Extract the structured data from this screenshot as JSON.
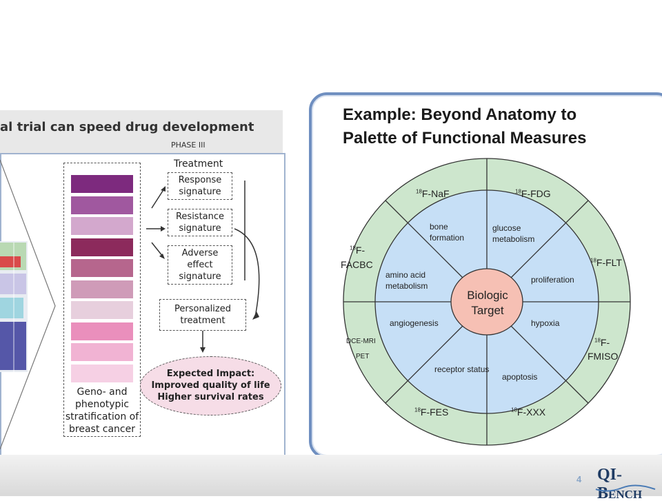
{
  "slide": {
    "page_number": "4"
  },
  "logo": {
    "text_big": "QI-B",
    "text_small": "ENCH"
  },
  "left_figure": {
    "title": "al trial can speed drug development",
    "phase": "PHASE III",
    "treatment_heading": "Treatment",
    "signatures": [
      "Response signature",
      "Resistance signature",
      "Adverse effect signature"
    ],
    "personalized": "Personalized treatment",
    "impact": [
      "Expected Impact:",
      "Improved quality of life",
      "Higher survival rates"
    ],
    "stratification": [
      "Geno- and",
      "phenotypic",
      "stratification of",
      "breast cancer"
    ],
    "swatch_colors": [
      "#7d2a7e",
      "#a0589f",
      "#d3a8cd",
      "#8c2a5c",
      "#b6668d",
      "#cf9bb8",
      "#e7cfdd",
      "#ea8fbc",
      "#f1b3d3",
      "#f6d0e4"
    ]
  },
  "right_panel": {
    "title_line1": "Example: Beyond Anatomy to",
    "title_line2": "Palette of Functional Measures",
    "center": [
      "Biologic",
      "Target"
    ],
    "outer": {
      "naf": "F-NaF",
      "fdg": "F-FDG",
      "flt": "F-FLT",
      "fmiso_a": "F-",
      "fmiso_b": "FMISO",
      "xxx": "F-XXX",
      "fes": "F-FES",
      "facbc_a": "F-",
      "facbc_b": "FACBC",
      "dce": "DCE-MRI",
      "pet": "PET",
      "iso": "18"
    },
    "inner": {
      "bone": [
        "bone",
        "formation"
      ],
      "glucose": [
        "glucose",
        "metabolism"
      ],
      "prolif": "proliferation",
      "hypoxia": "hypoxia",
      "apoptosis": "apoptosis",
      "receptor": "receptor status",
      "angio": "angiogenesis",
      "amino": [
        "amino acid",
        "metabolism"
      ]
    },
    "colors": {
      "outer": "#cde6cd",
      "inner": "#c6dff6",
      "center": "#f6c0b4"
    }
  }
}
